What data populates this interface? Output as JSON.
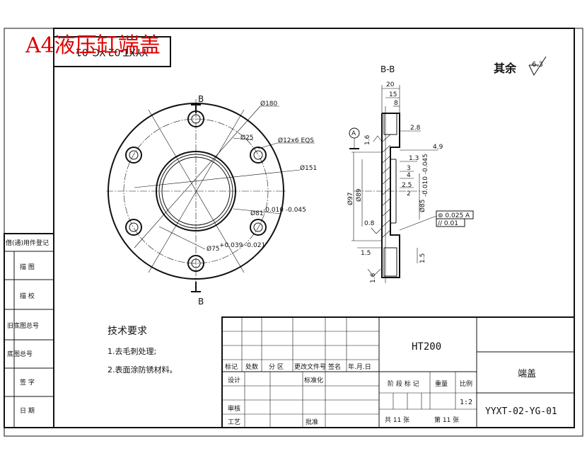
{
  "watermark": "A4液压缸端盖",
  "corner_code": "YYXT-02-YG-01",
  "roughness_note": {
    "label": "其余",
    "value": "6.3"
  },
  "section_label": "B-B",
  "section_marks": [
    "B",
    "B"
  ],
  "datum": "A",
  "front_view_dims": {
    "d180": "Ø180",
    "d25": "Ø25",
    "holes": "Ø12x6 EQS",
    "d151": "Ø151",
    "d81": "Ø81",
    "d81_tol": "-0.010 -0.045",
    "d75": "Ø75",
    "d75_tol": "+0.039 -0.021"
  },
  "section_dims": {
    "w20": "20",
    "w15": "15",
    "w8": "8",
    "d28": "2.8",
    "d49": "4.9",
    "d13": "1.3",
    "d3": "3",
    "d4": "4",
    "d25": "2.5",
    "d2": "2",
    "d85": "Ø85",
    "d85_tol": "-0.010 -0.045",
    "d97": "Ø97",
    "d89": "Ø89",
    "r16a": "1.6",
    "r16b": "1.6",
    "r08": "0.8",
    "d15a": "1.5",
    "d15b": "1.5",
    "tol1": "⊚ 0.025 A",
    "tol2": "// 0.01"
  },
  "left_column": [
    "借(通)用件登记",
    "描 图",
    "描 校",
    "旧底图总号",
    "底图总号",
    "签 字",
    "日 期"
  ],
  "tech_req": {
    "title": "技术要求",
    "items": [
      "1.去毛刺处理;",
      "2.表面涂防锈材料。"
    ]
  },
  "title_block": {
    "material": "HT200",
    "part_name": "端盖",
    "drawing_no": "YYXT-02-YG-01",
    "rev_headers": [
      "标记",
      "处数",
      "分 区",
      "更改文件号",
      "签名",
      "年.月.日"
    ],
    "roles": [
      "设计",
      "审核",
      "工艺"
    ],
    "std": "标准化",
    "approve": "批准",
    "stage_header": "阶 段 标 记",
    "weight_header": "重量",
    "scale_header": "比例",
    "scale": "1:2",
    "sheets": "共 11 张",
    "sheet_no": "第 11 张"
  }
}
